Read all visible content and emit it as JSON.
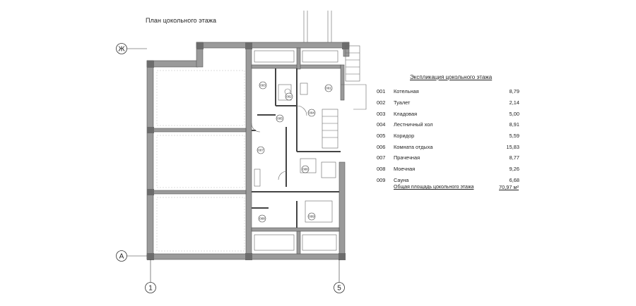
{
  "title": "План цокольного этажа",
  "axes": {
    "top": "Ж",
    "bottom": "А",
    "left": "1",
    "right": "5"
  },
  "room_tags": [
    "003",
    "002",
    "001",
    "004",
    "005",
    "007",
    "006",
    "008",
    "009"
  ],
  "explication": {
    "title": "Экспликация цокольного этажа",
    "rows": [
      {
        "num": "001",
        "name": "Котельная",
        "area": "8,79"
      },
      {
        "num": "002",
        "name": "Туалет",
        "area": "2,14"
      },
      {
        "num": "003",
        "name": "Кладовая",
        "area": "5,00"
      },
      {
        "num": "004",
        "name": "Лестничный хол",
        "area": "8,91"
      },
      {
        "num": "005",
        "name": "Коридор",
        "area": "5,59"
      },
      {
        "num": "006",
        "name": "Комната отдыха",
        "area": "15,83"
      },
      {
        "num": "007",
        "name": "Прачечная",
        "area": "8,77"
      },
      {
        "num": "008",
        "name": "Моечная",
        "area": "9,26"
      },
      {
        "num": "009",
        "name": "Сауна",
        "area": "6,68"
      }
    ],
    "total_label": "Общая площадь цокольного этажа",
    "total_value": "70,97 м²"
  }
}
